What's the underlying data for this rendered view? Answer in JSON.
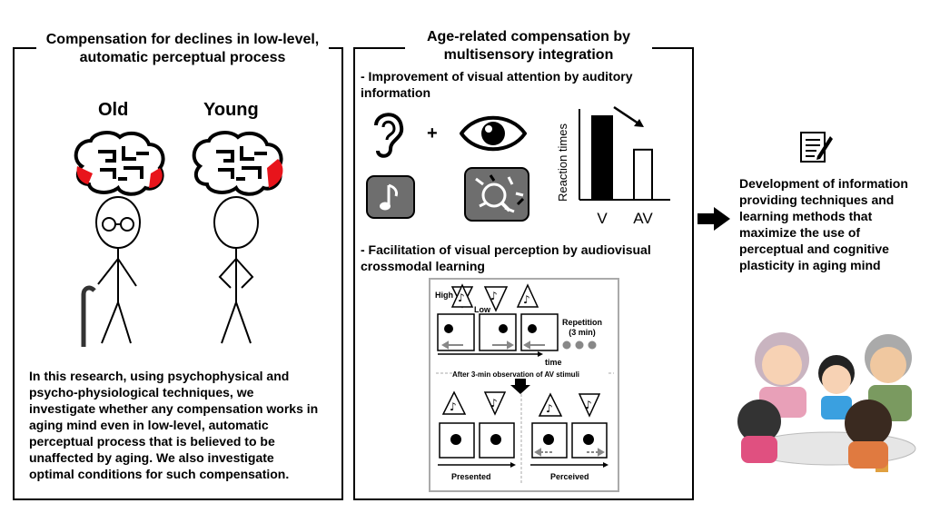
{
  "left_panel": {
    "title": "Compensation for declines in low-level, automatic perceptual process",
    "label_old": "Old",
    "label_young": "Young",
    "description": "In this research, using psychophysical and psycho-physiological techniques, we investigate whether any compensation works in aging mind even in low-level, automatic perceptual process that is believed to be unaffected by aging. We also investigate optimal conditions for such compensation."
  },
  "middle_panel": {
    "title": "Age-related compensation by multisensory integration",
    "section1": "- Improvement of visual attention by auditory information",
    "plus": "+",
    "chart_data": {
      "type": "bar",
      "categories": [
        "V",
        "AV"
      ],
      "values": [
        1.0,
        0.6
      ],
      "ylabel": "Reaction times",
      "trend": "decrease"
    },
    "section2": "- Facilitation of visual perception by audiovisual crossmodal learning",
    "inset": {
      "high": "High",
      "low": "Low",
      "repetition": "Repetition (3 min)",
      "time": "time",
      "after": "After 3-min observation of AV stimuli",
      "presented": "Presented",
      "perceived": "Perceived"
    }
  },
  "right_panel": {
    "text": "Development of information providing techniques and learning methods that maximize the use of perceptual and cognitive plasticity in aging mind"
  },
  "colors": {
    "highlight": "#e8141b",
    "gray": "#6e6e6e",
    "dark": "#000000"
  }
}
